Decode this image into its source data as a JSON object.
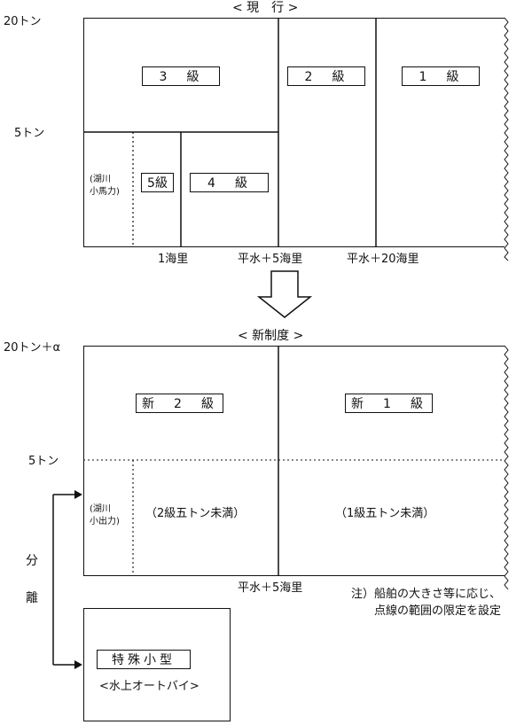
{
  "current": {
    "title": "< 現　行 >",
    "y_labels": {
      "top": "20トン",
      "mid": "5トン"
    },
    "grades": {
      "g3": "3　級",
      "g2": "2　級",
      "g1": "1　級",
      "g4": "4　級",
      "g5": "5級"
    },
    "lake_note": {
      "line1": "(湖川",
      "line2": "小馬力)"
    },
    "x_labels": {
      "a": "1海里",
      "b": "平水＋5海里",
      "c": "平水＋20海里"
    }
  },
  "new_system": {
    "title": "< 新制度 >",
    "y_labels": {
      "top": "20トン＋α",
      "mid": "5トン"
    },
    "grades": {
      "n2": "新　2　級",
      "n1": "新　1　級"
    },
    "sub_notes": {
      "n2": "（2級五トン未満）",
      "n1": "（1級五トン未満）"
    },
    "lake_note": {
      "line1": "(湖川",
      "line2": "小出力)"
    },
    "x_labels": {
      "a": "平水＋5海里"
    },
    "separation": {
      "c1": "分",
      "c2": "離"
    },
    "special": {
      "label": "特殊小型",
      "sub": "<水上オートバイ>"
    }
  },
  "note": {
    "line1": "注）船舶の大きさ等に応じ、",
    "line2": "点線の範囲の限定を設定"
  }
}
